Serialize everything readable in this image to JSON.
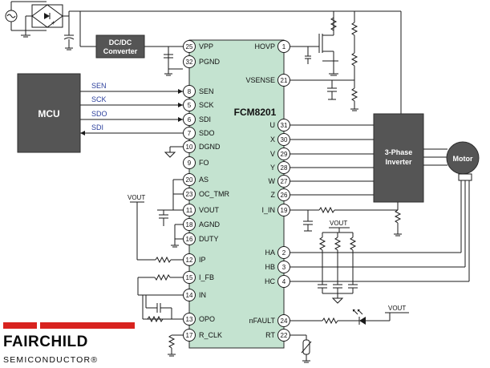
{
  "chip": {
    "name": "FCM8201"
  },
  "blocks": {
    "mcu": "MCU",
    "dcdc_line1": "DC/DC",
    "dcdc_line2": "Converter",
    "inverter_line1": "3-Phase",
    "inverter_line2": "Inverter",
    "motor": "Motor"
  },
  "mcu_signals": [
    "SEN",
    "SCK",
    "SDO",
    "SDI"
  ],
  "left_pins": [
    {
      "num": "25",
      "label": "VPP"
    },
    {
      "num": "32",
      "label": "PGND"
    },
    {
      "num": "8",
      "label": "SEN"
    },
    {
      "num": "5",
      "label": "SCK"
    },
    {
      "num": "6",
      "label": "SDI"
    },
    {
      "num": "7",
      "label": "SDO"
    },
    {
      "num": "10",
      "label": "DGND"
    },
    {
      "num": "9",
      "label": "FO"
    },
    {
      "num": "20",
      "label": "AS"
    },
    {
      "num": "23",
      "label": "OC_TMR"
    },
    {
      "num": "11",
      "label": "VOUT"
    },
    {
      "num": "18",
      "label": "AGND"
    },
    {
      "num": "16",
      "label": "DUTY"
    },
    {
      "num": "12",
      "label": "IP"
    },
    {
      "num": "15",
      "label": "I_FB"
    },
    {
      "num": "14",
      "label": "IN"
    },
    {
      "num": "13",
      "label": "OPO"
    },
    {
      "num": "17",
      "label": "R_CLK"
    }
  ],
  "right_pins": [
    {
      "num": "1",
      "label": "HOVP"
    },
    {
      "num": "21",
      "label": "VSENSE"
    },
    {
      "num": "31",
      "label": "U"
    },
    {
      "num": "30",
      "label": "X"
    },
    {
      "num": "29",
      "label": "V"
    },
    {
      "num": "28",
      "label": "Y"
    },
    {
      "num": "27",
      "label": "W"
    },
    {
      "num": "26",
      "label": "Z"
    },
    {
      "num": "19",
      "label": "I_IN"
    },
    {
      "num": "2",
      "label": "HA"
    },
    {
      "num": "3",
      "label": "HB"
    },
    {
      "num": "4",
      "label": "HC"
    },
    {
      "num": "24",
      "label": "nFAULT"
    },
    {
      "num": "22",
      "label": "RT"
    }
  ],
  "vout_labels": [
    "VOUT",
    "VOUT",
    "VOUT"
  ],
  "logo": {
    "main": "FAIRCHILD",
    "sub": "SEMICONDUCTOR®"
  },
  "colors": {
    "chip_fill": "#c4e3d0",
    "block_fill": "#555555",
    "block_stroke": "#2e2e2e",
    "logo_red": "#d8231f",
    "signal_text": "#2b3f9c"
  }
}
